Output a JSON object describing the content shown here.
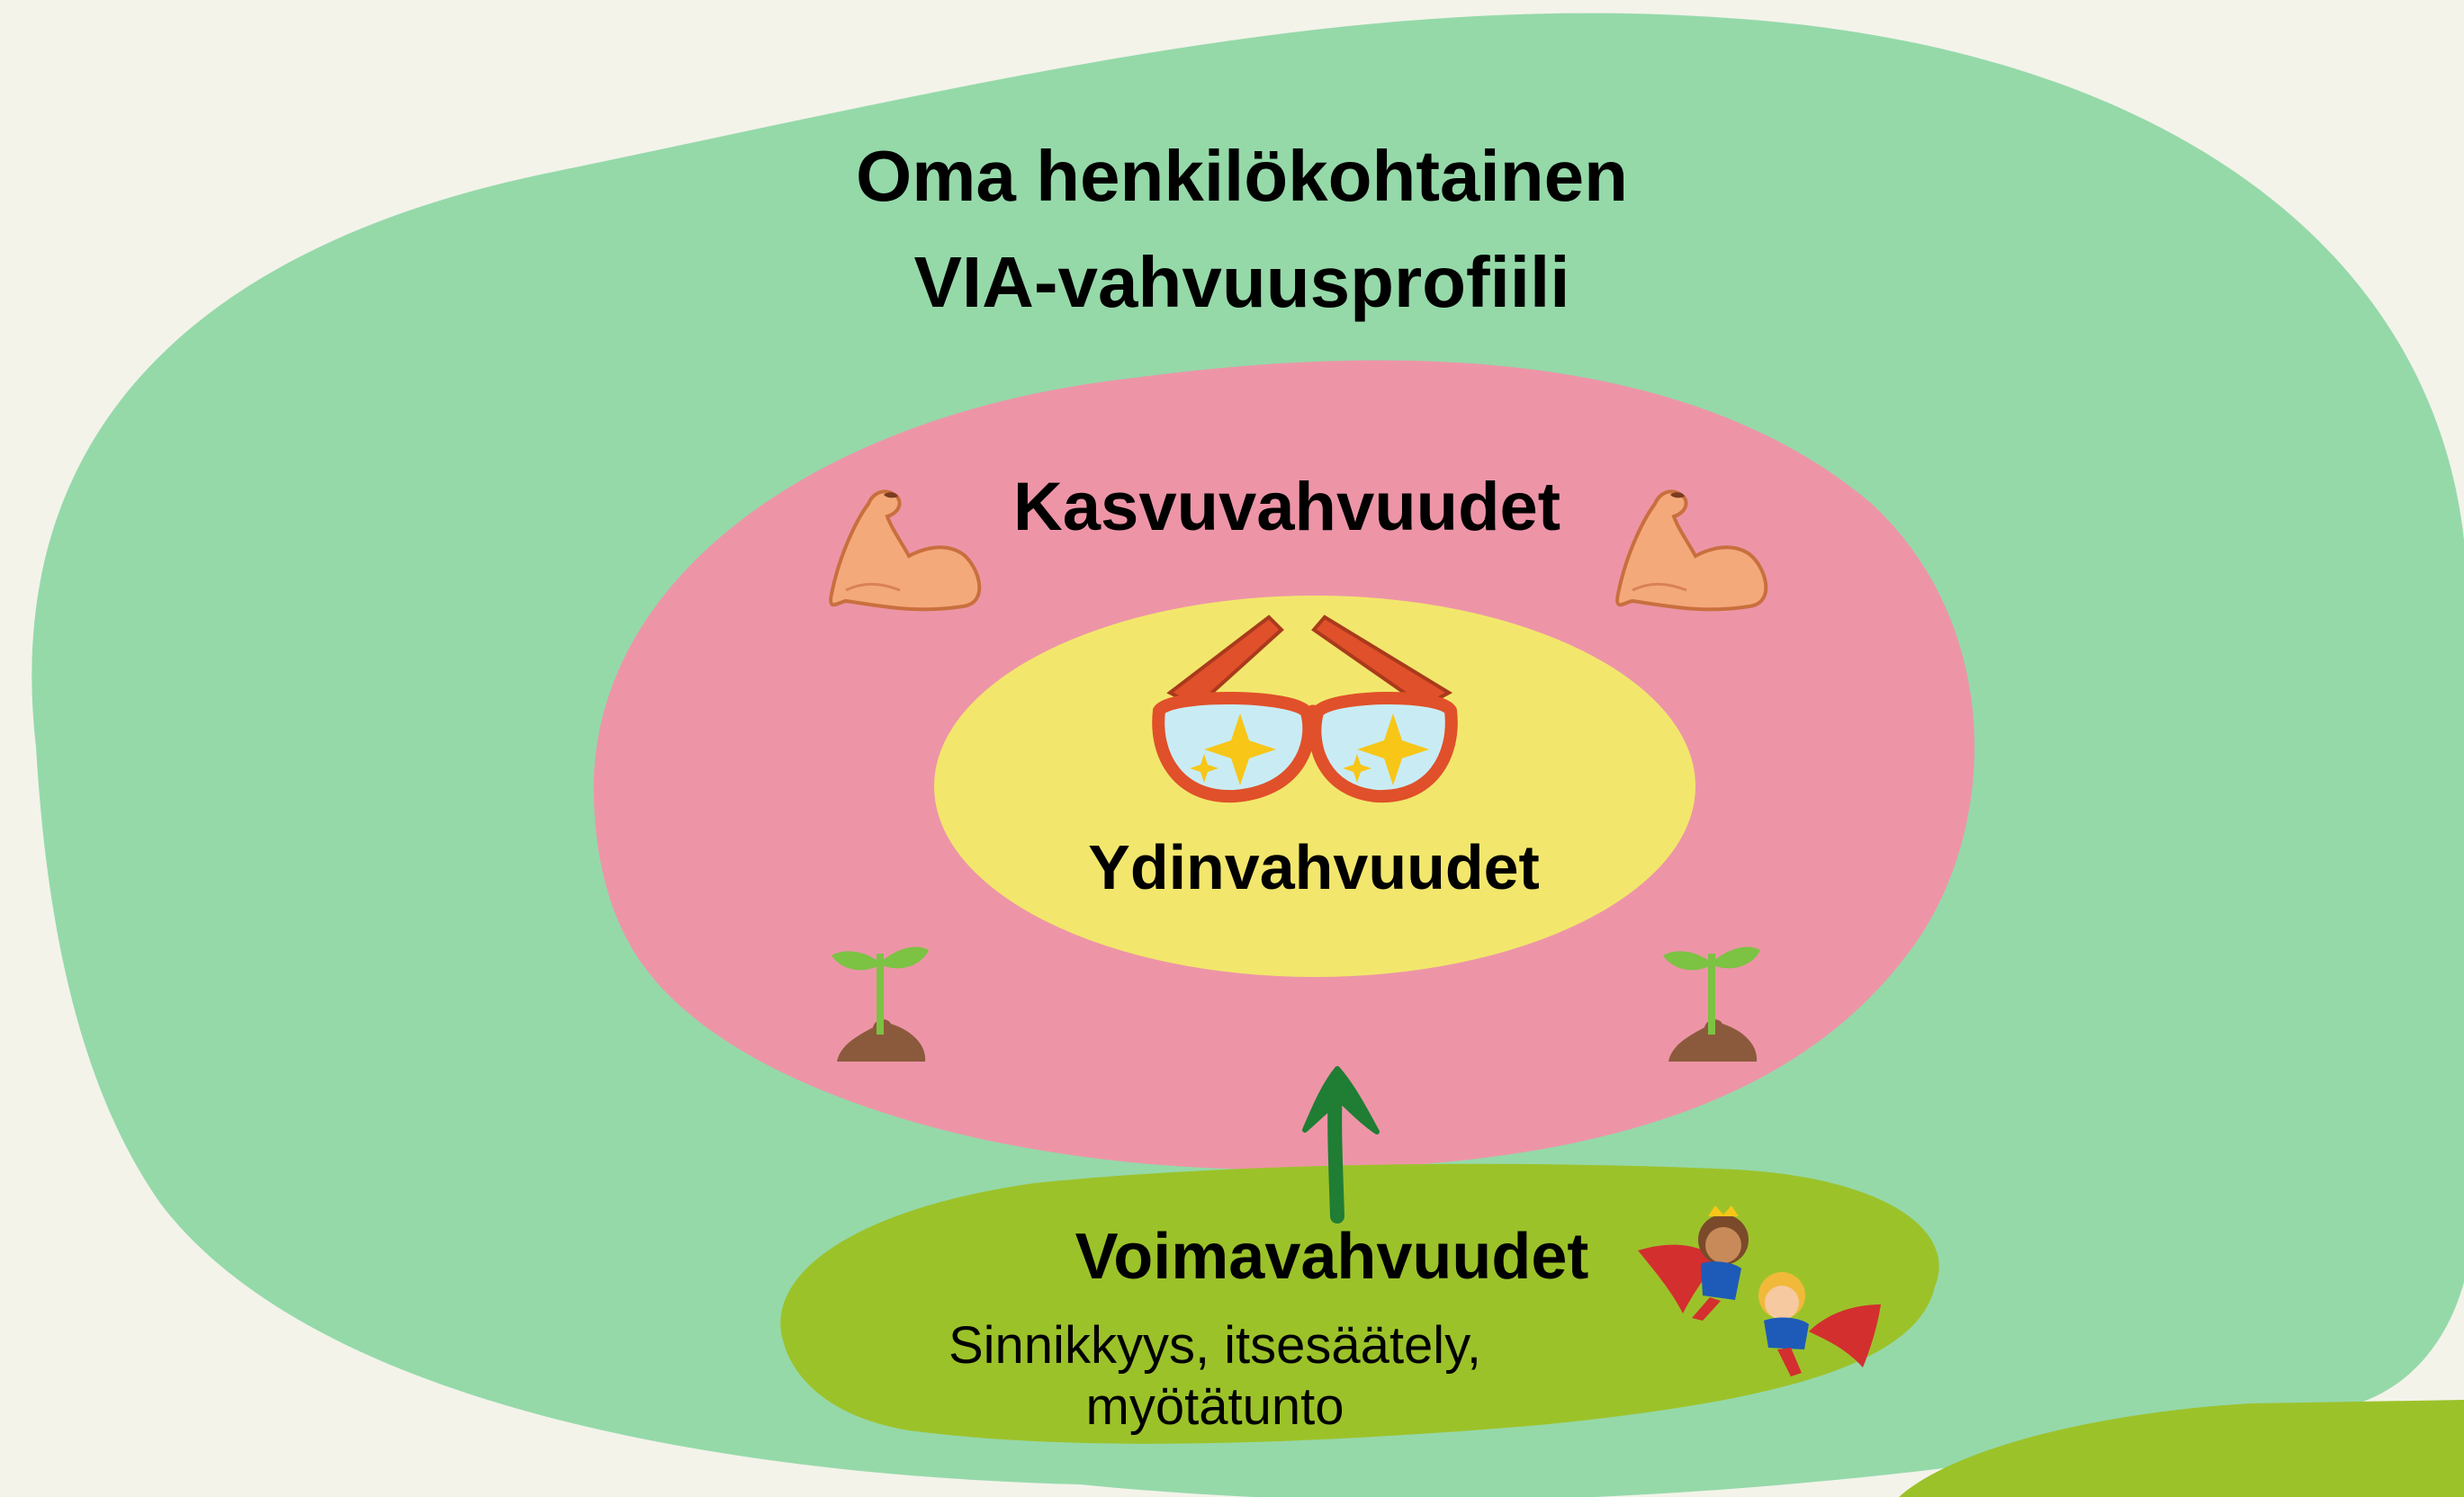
{
  "title": {
    "line1": "Oma henkilökohtainen",
    "line2": "VIA-vahvuusprofiili"
  },
  "growth_strengths": {
    "label": "Kasvuvahvuudet"
  },
  "core_strengths": {
    "label": "Ydinvahvuudet"
  },
  "power_strengths": {
    "label": "Voimavahvuudet",
    "examples_line1": "Sinnikkyys, itsesäätely,",
    "examples_line2": "myötätunto"
  },
  "icons": [
    "muscle-arm-icon",
    "muscle-arm-icon",
    "sparkle-glasses-icon",
    "sprout-icon",
    "sprout-icon",
    "superhero-kids-icon",
    "up-arrow-icon"
  ],
  "colors": {
    "background": "#f3f3ea",
    "outer_blob": "#95d9a9",
    "growth_ellipse": "#ed95a7",
    "core_ellipse": "#f2e76c",
    "power_blob": "#9cc22a",
    "arrow": "#1f7d34"
  }
}
